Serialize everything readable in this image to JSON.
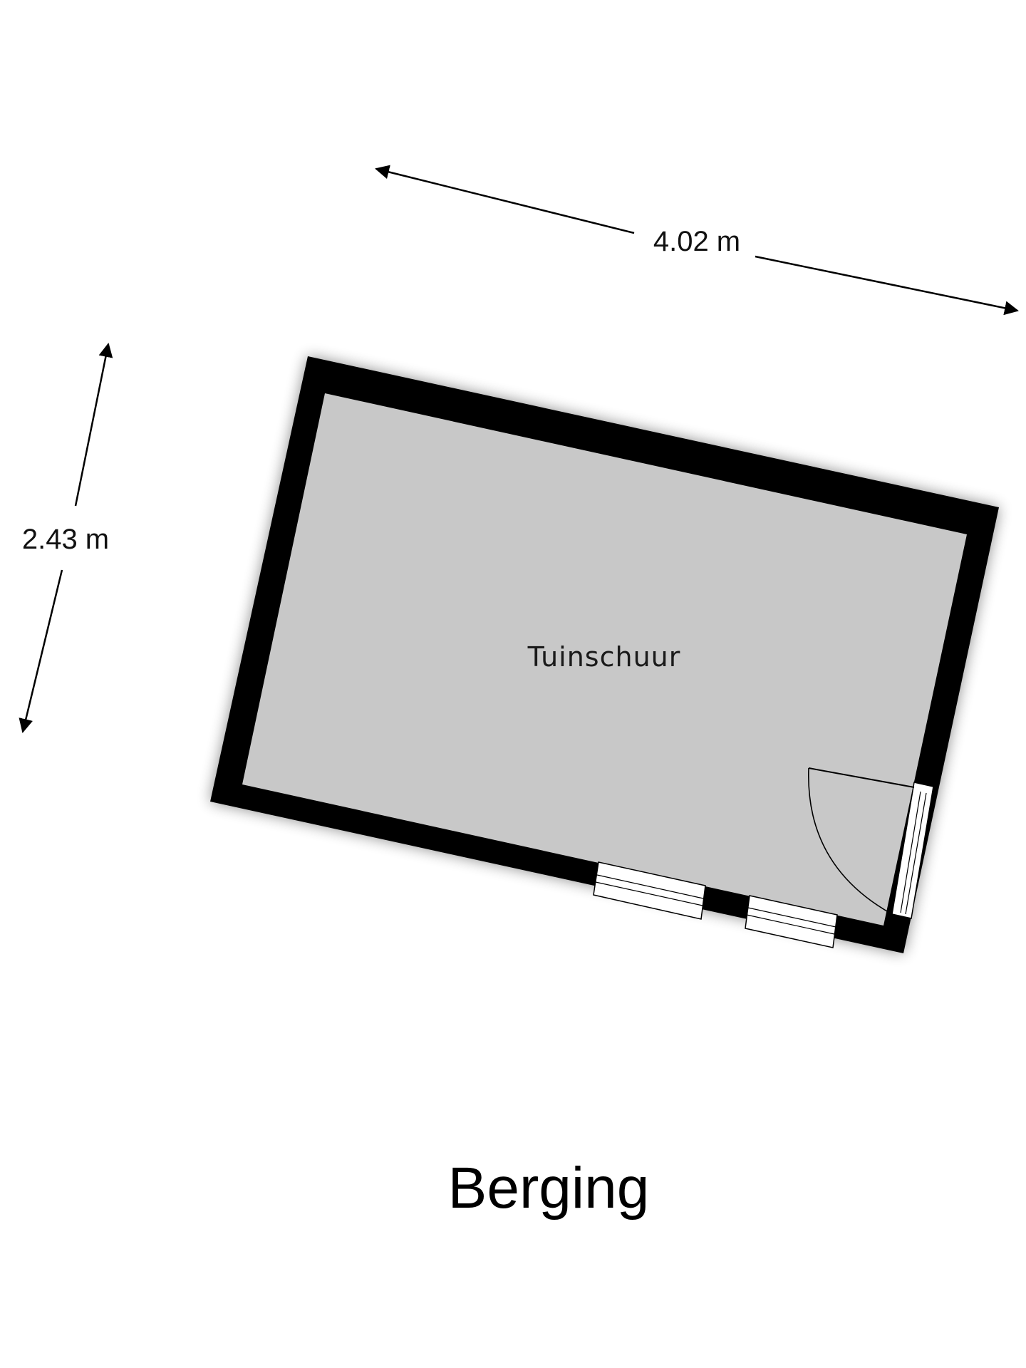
{
  "plan": {
    "title": "Berging",
    "room_name": "Tuinschuur",
    "dimensions": {
      "length": "4.02 m",
      "width": "2.43 m"
    }
  },
  "colors": {
    "wall": "#000000",
    "floor": "#c8c8c8",
    "background": "#ffffff"
  }
}
